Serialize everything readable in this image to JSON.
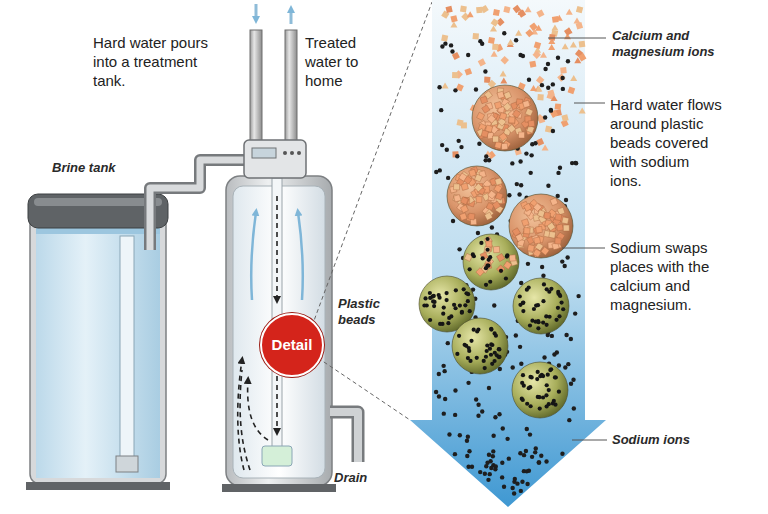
{
  "diagram": {
    "nodes": [
      {
        "text": [
          "Detail"
        ]
      }
    ],
    "labels": [
      "Hard water pours into a treatment tank.",
      "Treated water to home",
      "Brine tank",
      "Plastic beads",
      "Drain",
      "Calcium and magnesium ions",
      "Hard water flows around plastic beads covered with sodium ions.",
      "Sodium swaps places with the calcium and magnesium.",
      "Sodium ions"
    ]
  }
}
